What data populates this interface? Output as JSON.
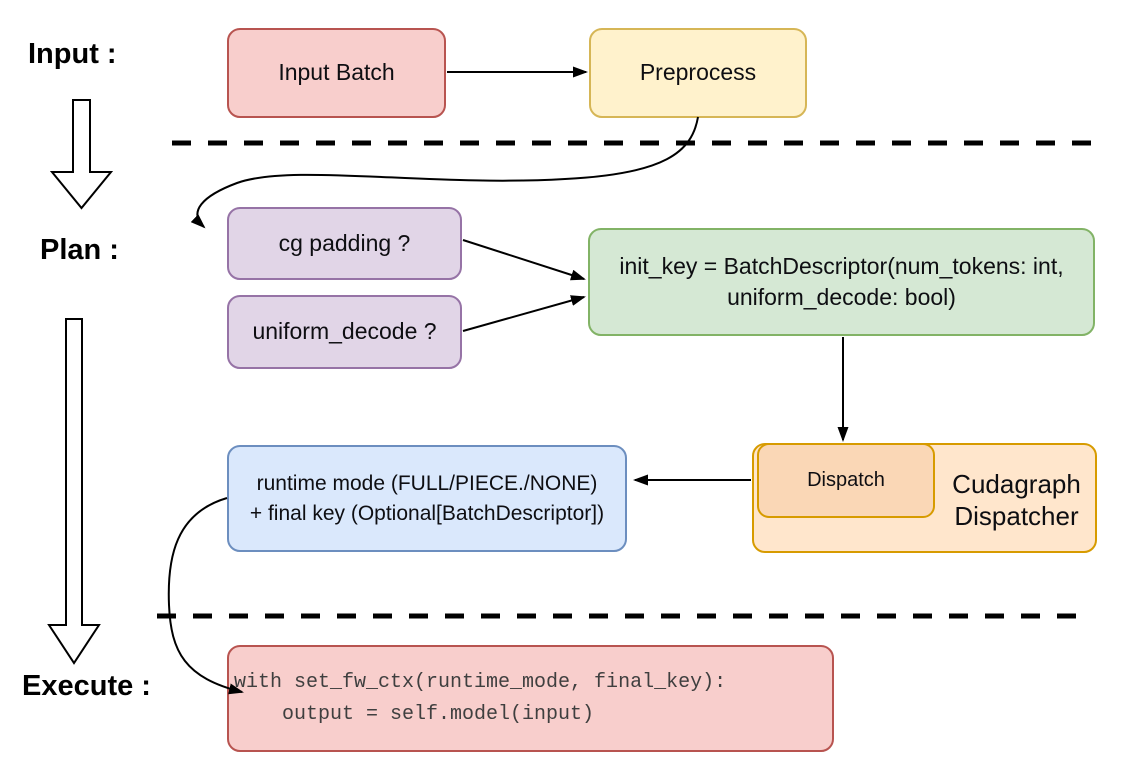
{
  "stages": {
    "input": {
      "label": "Input :"
    },
    "plan": {
      "label": "Plan :"
    },
    "execute": {
      "label": "Execute :"
    }
  },
  "nodes": {
    "input_batch": {
      "label": "Input Batch",
      "fill": "#f8cecc",
      "stroke": "#b85450"
    },
    "preprocess": {
      "label": "Preprocess",
      "fill": "#fff2cc",
      "stroke": "#d6b656"
    },
    "cg_padding": {
      "label": "cg padding ?",
      "fill": "#e1d5e7",
      "stroke": "#9673a6"
    },
    "uniform_decode": {
      "label": "uniform_decode ?",
      "fill": "#e1d5e7",
      "stroke": "#9673a6"
    },
    "init_key": {
      "line1": "init_key = BatchDescriptor(num_tokens: int,",
      "line2": "uniform_decode: bool)",
      "fill": "#d5e8d4",
      "stroke": "#82b366"
    },
    "runtime_result": {
      "line1": "runtime mode (FULL/PIECE./NONE)",
      "line2": "+ final key (Optional[BatchDescriptor])",
      "fill": "#dae8fc",
      "stroke": "#6c8ebf"
    },
    "cudagraph_dispatcher": {
      "line1": "Cudagraph",
      "line2": "Dispatcher",
      "fill": "#ffe6cc",
      "stroke": "#d79b00"
    },
    "dispatch": {
      "label": "Dispatch",
      "fill": "#fad7b6",
      "stroke": "#d79b00"
    },
    "execute_code": {
      "line1": "with set_fw_ctx(runtime_mode, final_key):",
      "line2": "    output = self.model(input)",
      "fill": "#f8cecc",
      "stroke": "#b85450"
    }
  },
  "connector_color": "#000000"
}
